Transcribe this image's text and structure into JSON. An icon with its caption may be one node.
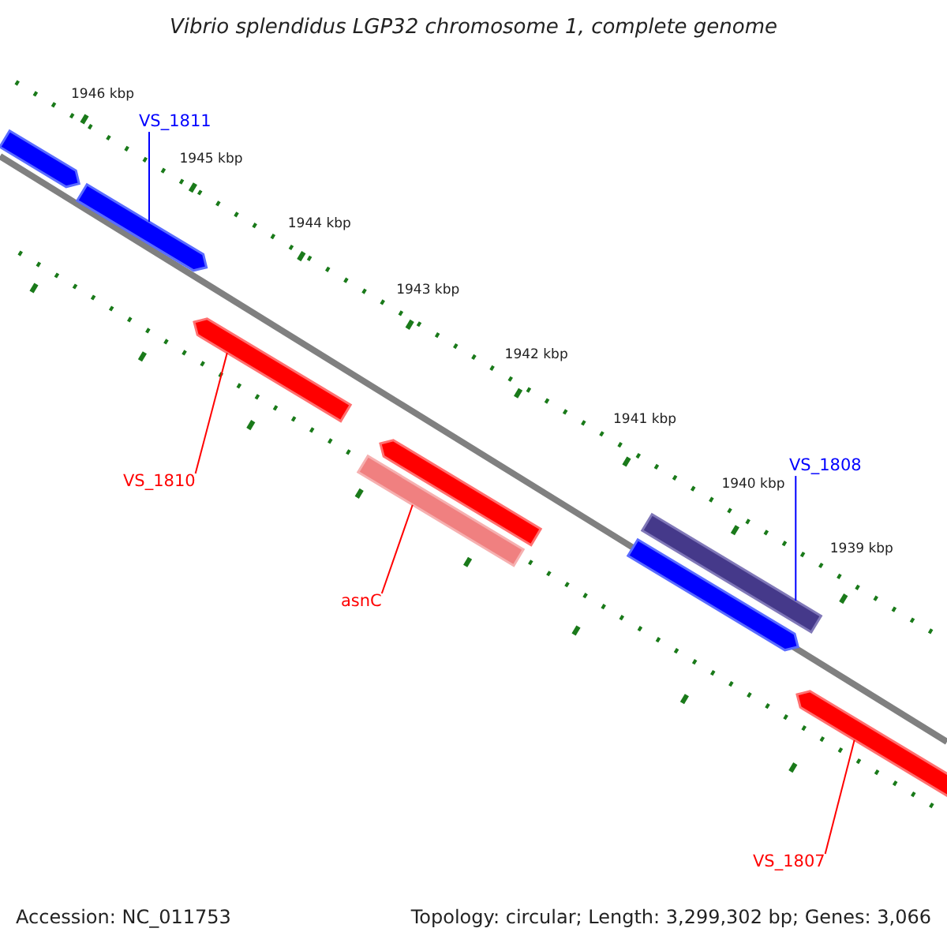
{
  "diagram": {
    "title": "Vibrio splendidus LGP32 chromosome 1, complete genome",
    "nodes": [
      {
        "text": [
          "VS_1811"
        ]
      },
      {
        "text": [
          "VS_1810"
        ]
      },
      {
        "text": [
          "asnC"
        ]
      },
      {
        "text": [
          "VS_1808"
        ]
      },
      {
        "text": [
          "VS_1807"
        ]
      },
      {
        "text": [],
        "shape": "bar"
      },
      {
        "text": [],
        "shape": "bar"
      },
      {
        "text": [],
        "shape": "bar"
      },
      {
        "text": [],
        "shape": "bar"
      },
      {
        "text": [],
        "shape": "bar"
      },
      {
        "text": [],
        "shape": "bar"
      },
      {
        "text": [],
        "shape": "bar"
      },
      {
        "text": [],
        "shape": "bar"
      }
    ],
    "edges": [
      {
        "from": 0,
        "to": 6,
        "arrow": "none",
        "color": "#0000ff"
      },
      {
        "from": 1,
        "to": 7,
        "arrow": "none"
      },
      {
        "from": 2,
        "to": 9,
        "arrow": "none"
      },
      {
        "from": 3,
        "to": 10,
        "arrow": "none",
        "color": "#0000ff"
      },
      {
        "from": 4,
        "to": 12,
        "arrow": "none"
      }
    ],
    "labels": [
      "1946 kbp",
      "1945 kbp",
      "1944 kbp",
      "1943 kbp",
      "1942 kbp",
      "1941 kbp",
      "1940 kbp",
      "1939 kbp",
      "Accession: NC_011753",
      "Topology: circular; Length: 3,299,302 bp; Genes: 3,066"
    ]
  }
}
